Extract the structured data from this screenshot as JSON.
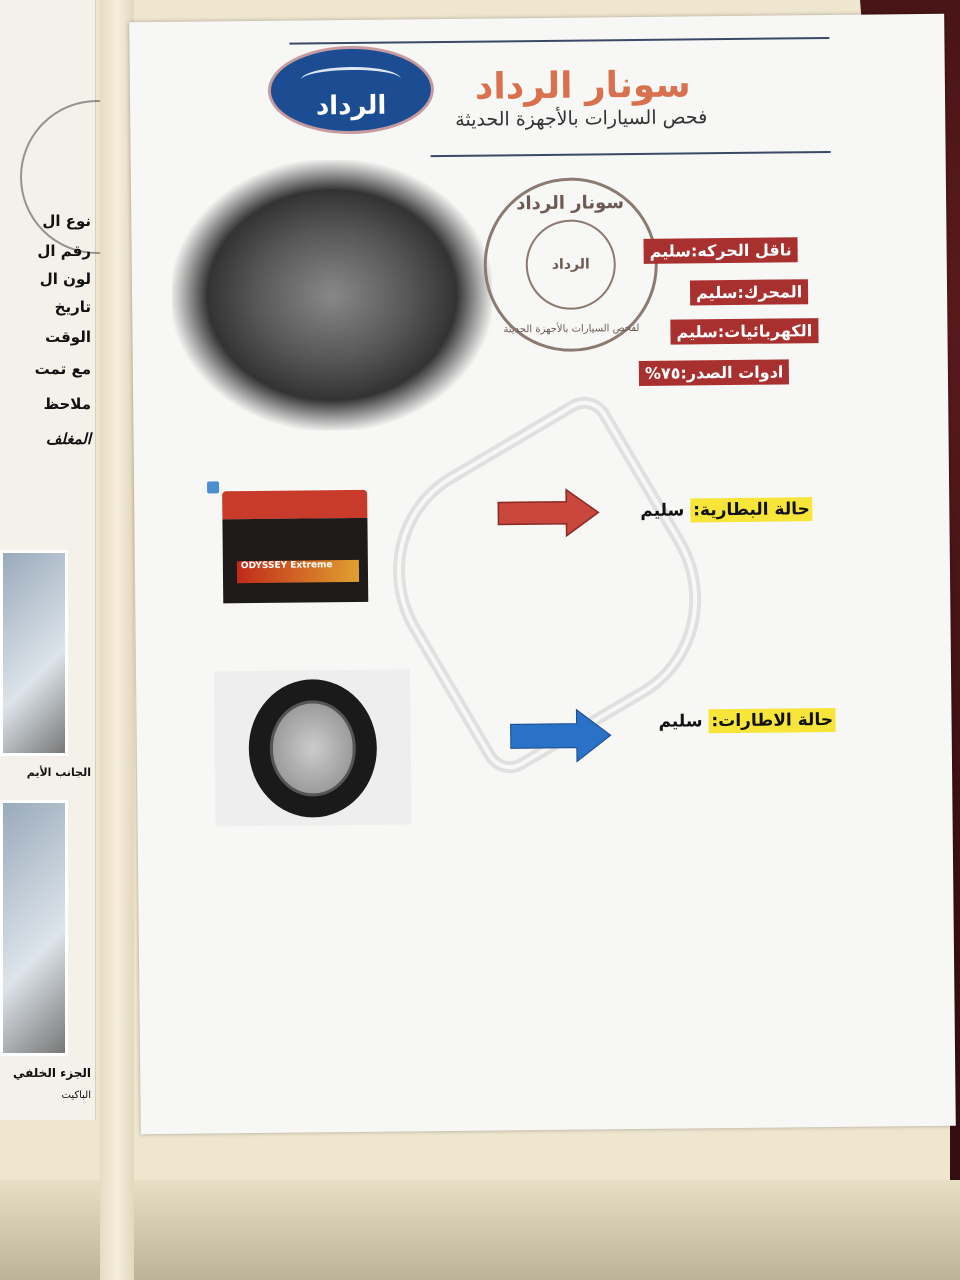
{
  "document": {
    "brand_name": "سونار الرداد",
    "tagline": "فحص السيارات بالأجهزة الحديثة",
    "logo_text": "الرداد",
    "stamp": {
      "top_text": "سونار الرداد",
      "center_text": "الرداد",
      "bottom_text": "لفحص السيارات بالأجهزة الحديثة"
    },
    "engine_tags": [
      "ناقل الحركه:سليم",
      "المحرك:سليم",
      "الكهربائيات:سليم",
      "ادوات الصدر:٧٥%"
    ],
    "battery": {
      "label": "حالة البطارية:",
      "value": "سليم",
      "brand_text": "ODYSSEY Extreme",
      "arrow_color": "#c9473c"
    },
    "tires": {
      "label": "حالة الاطارات:",
      "value": "سليم",
      "arrow_color": "#2a72c8"
    },
    "highlight_color": "#f7e53a",
    "tag_color": "#a8302e",
    "brand_color": "#d9704e"
  },
  "left_page": {
    "lines": [
      "نوع ال",
      "رقم ال",
      "لون ال",
      "تاريخ",
      "الوقت",
      "مع تمت",
      "ملاحظ",
      "المغلف"
    ],
    "caption_1": "الجانب الأيم",
    "caption_2": "الجزء الخلفي",
    "caption_3": "الباكيت"
  }
}
